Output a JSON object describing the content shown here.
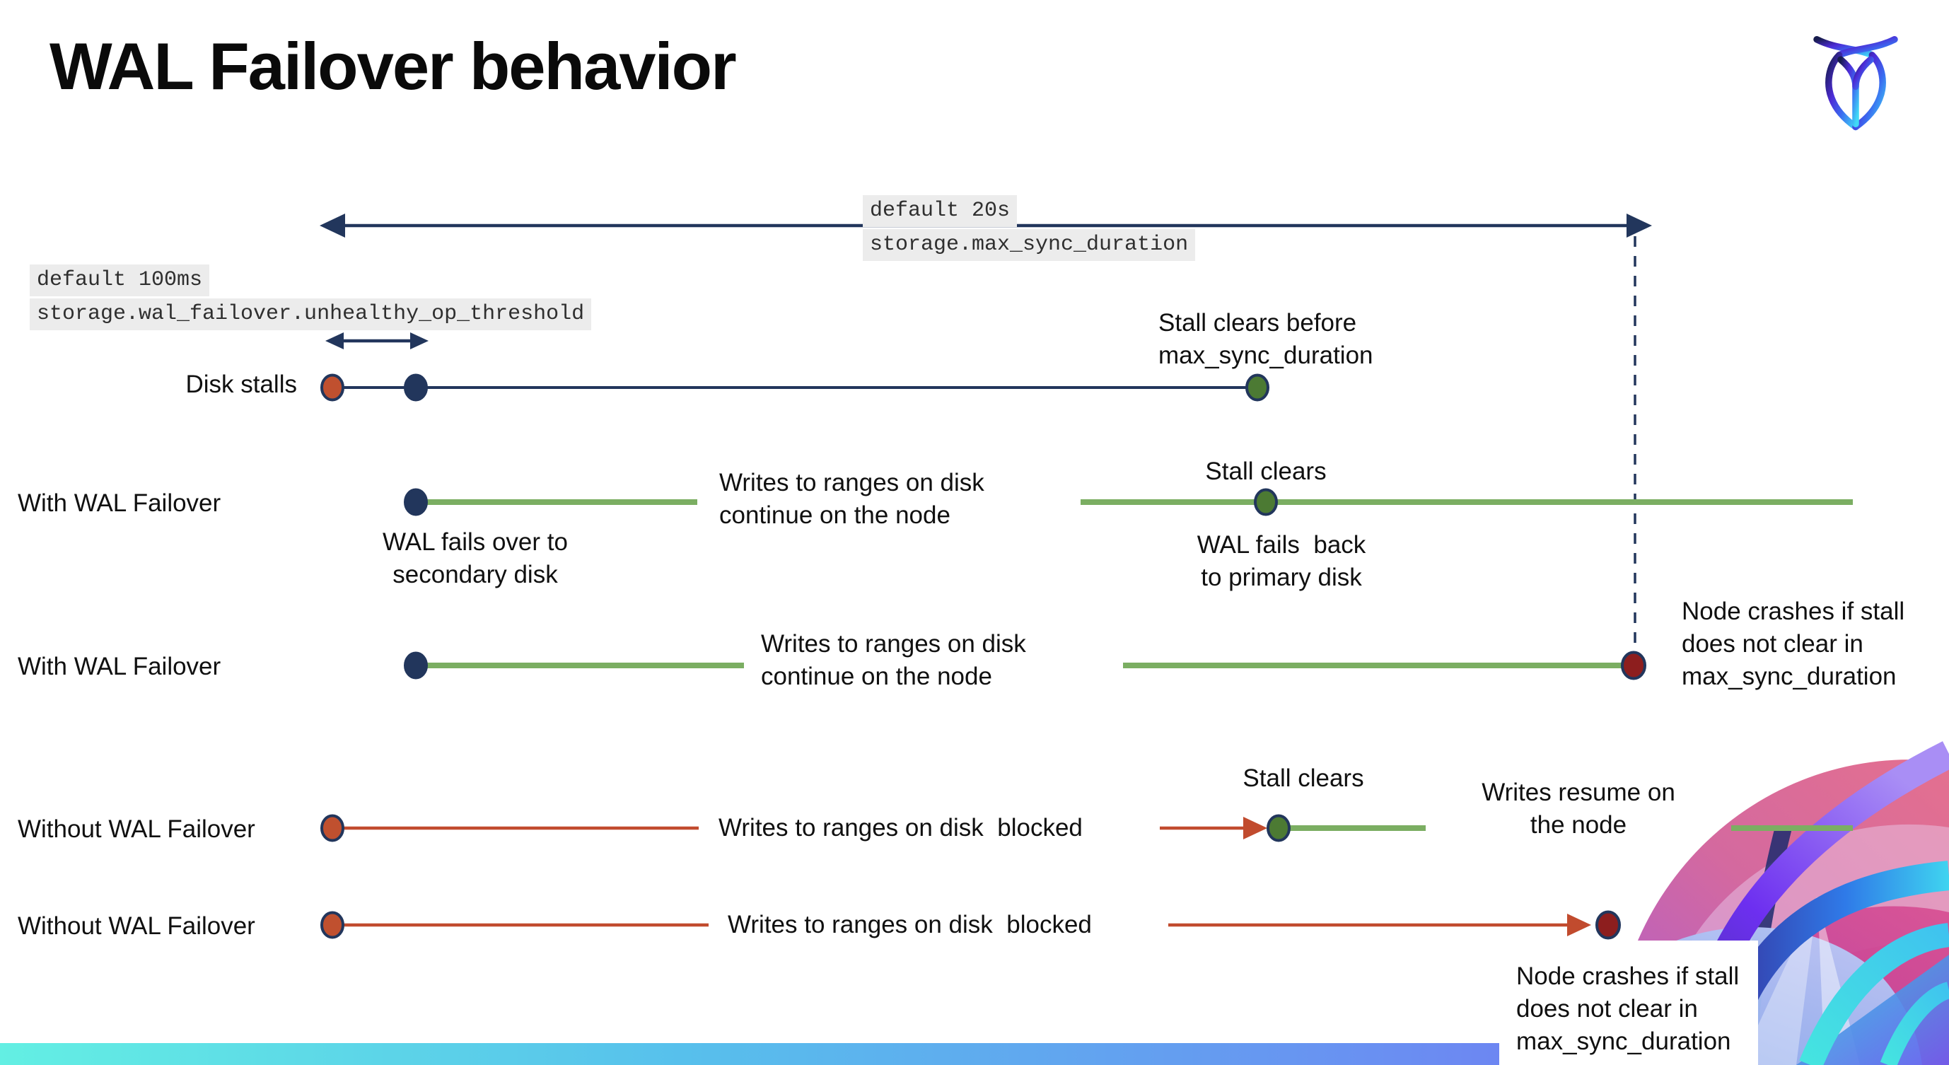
{
  "slide": {
    "title": "WAL Failover behavior"
  },
  "logo": {
    "name": "cockroachdb-logo"
  },
  "settings": {
    "max_sync": {
      "default_label": "default 20s",
      "setting_name": "storage.max_sync_duration"
    },
    "unhealthy_op": {
      "default_label": "default 100ms",
      "setting_name": "storage.wal_failover.unhealthy_op_threshold"
    }
  },
  "rows": [
    {
      "label": "Disk stalls"
    },
    {
      "label": "With WAL Failover"
    },
    {
      "label": "With WAL Failover"
    },
    {
      "label": "Without WAL Failover"
    },
    {
      "label": "Without WAL Failover"
    }
  ],
  "annotations": {
    "stall_clears_before": "Stall clears before\nmax_sync_duration",
    "wal_fails_over": "WAL fails over to\nsecondary disk",
    "writes_continue_1": "Writes to ranges on disk\ncontinue on the node",
    "stall_clears_1": "Stall clears",
    "wal_fails_back": "WAL fails  back\nto primary disk",
    "writes_continue_2": "Writes to ranges on disk\ncontinue on the node",
    "node_crashes_1": "Node crashes if stall\ndoes not clear in\nmax_sync_duration",
    "writes_blocked_1": "Writes to ranges on disk  blocked",
    "stall_clears_2": "Stall clears",
    "writes_resume": "Writes resume on\nthe node",
    "writes_blocked_2": "Writes to ranges on disk  blocked",
    "node_crashes_2": "Node crashes if stall\ndoes not clear in\nmax_sync_duration"
  },
  "colors": {
    "navy": "#22365c",
    "green_line": "#7bae62",
    "green_dot": "#4c7a33",
    "red_line": "#c14b2e",
    "red_dot": "#c0502f",
    "dark_red_dot": "#8d1e1e",
    "code_background": "#ececec",
    "bar_gradient": [
      "#63efe3",
      "#57c0ec",
      "#6a8ef2",
      "#7a63f3"
    ]
  }
}
